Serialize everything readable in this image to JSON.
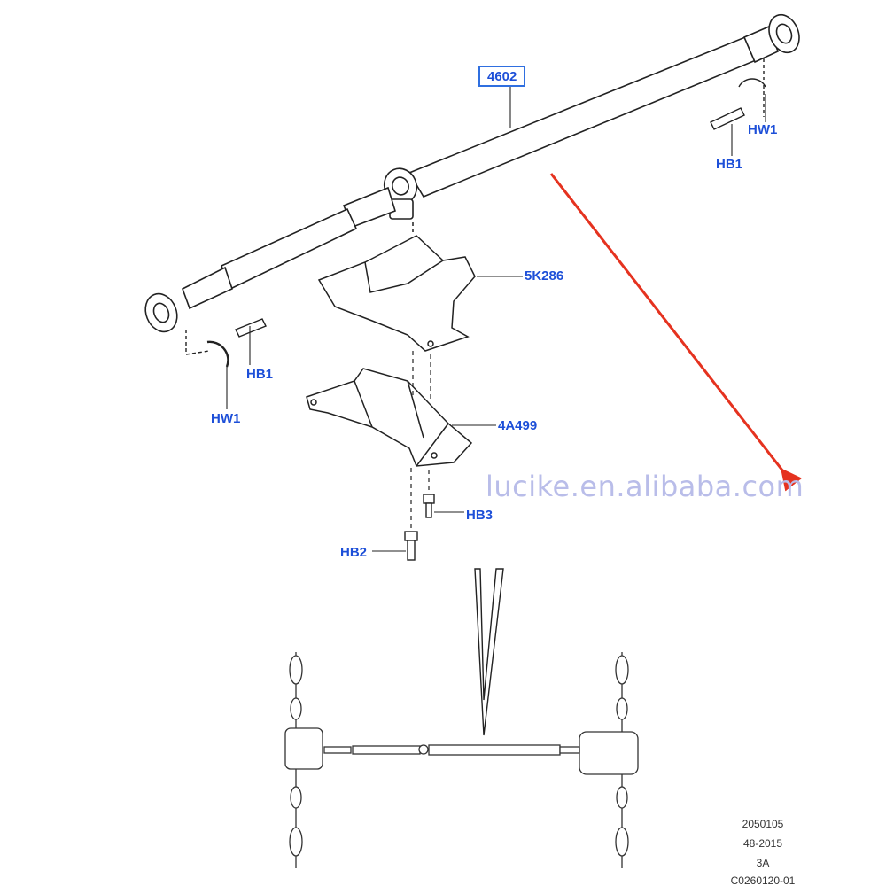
{
  "colors": {
    "callout_text": "#1d4fd8",
    "callout_box": "#2f6fe0",
    "arrow": "#e5321f",
    "watermark": "#b9bde9",
    "line_art": "#222222"
  },
  "callouts": {
    "shaft": "4602",
    "heat_shield": "5K286",
    "bracket": "4A499",
    "hw1_right": "HW1",
    "hb1_right": "HB1",
    "hb1_left": "HB1",
    "hw1_left": "HW1",
    "hb3": "HB3",
    "hb2": "HB2"
  },
  "watermark": "lucike.en.alibaba.com",
  "reference_codes": [
    "2050105",
    "48-2015",
    "3A",
    "C0260120-01"
  ]
}
